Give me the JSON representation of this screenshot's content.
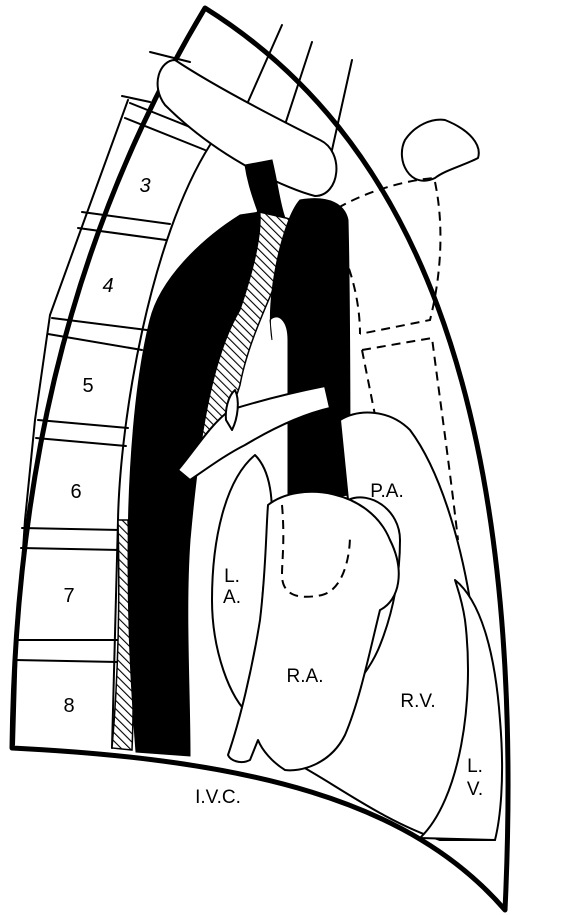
{
  "ribs": [
    "3",
    "4",
    "5",
    "6",
    "7",
    "8"
  ],
  "labels": {
    "pa": "P.A.",
    "la_1": "L.",
    "la_2": "A.",
    "ra": "R.A.",
    "rv": "R.V.",
    "lv_1": "L.",
    "lv_2": "V.",
    "ivc": "I.V.C."
  }
}
